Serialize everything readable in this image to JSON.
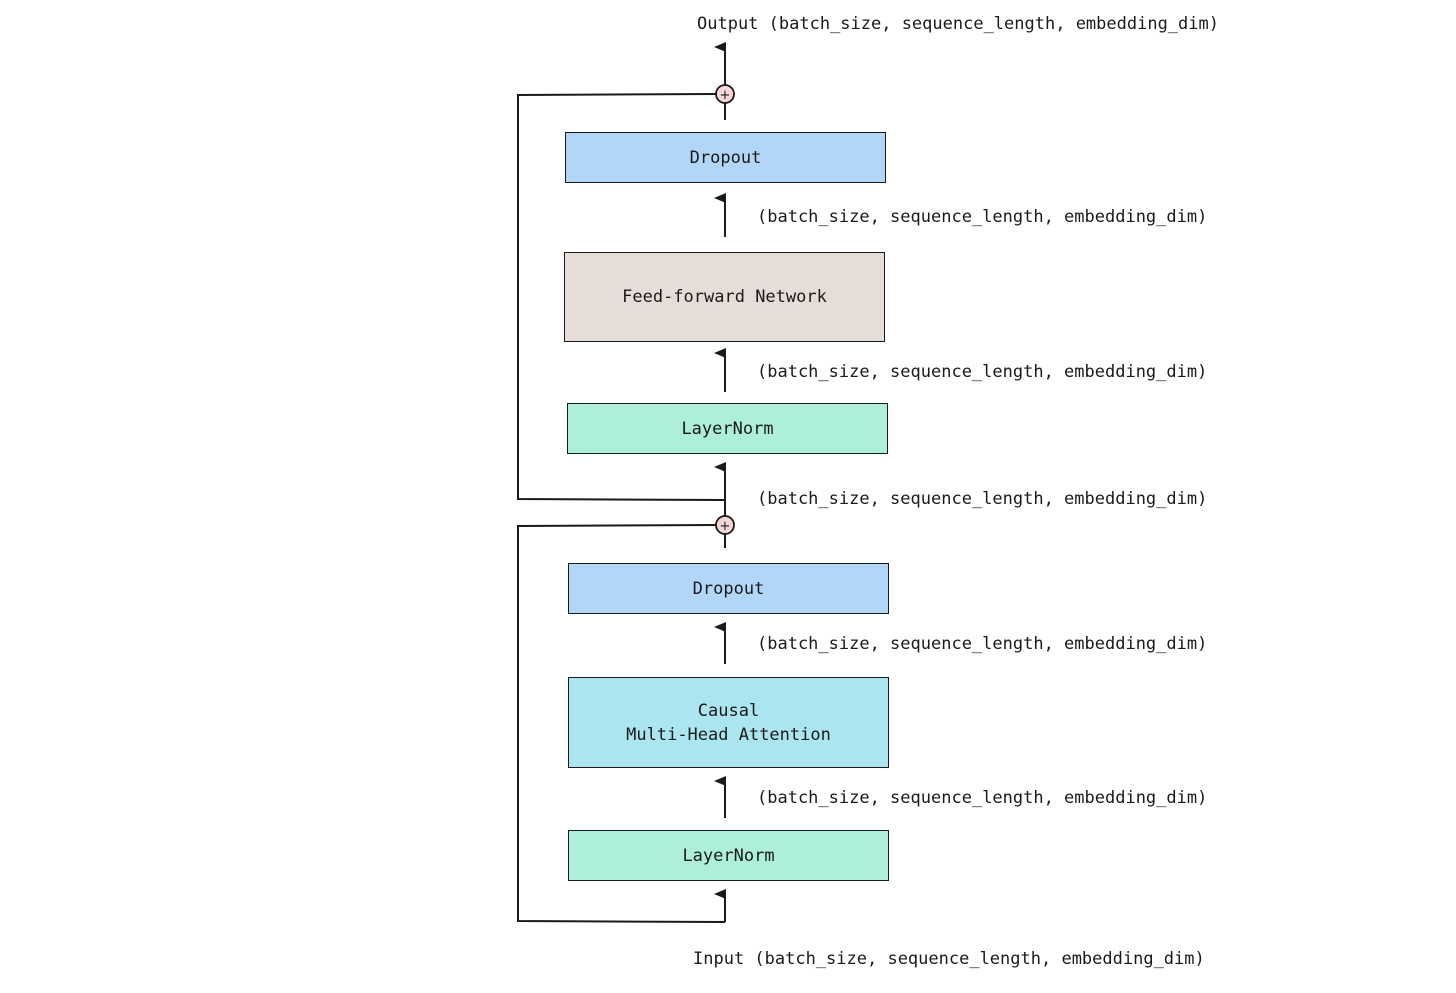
{
  "labels": {
    "output": "Output (batch_size, sequence_length, embedding_dim)",
    "input": "Input (batch_size, sequence_length, embedding_dim)",
    "shape": "(batch_size, sequence_length, embedding_dim)"
  },
  "blocks": {
    "dropout_top": "Dropout",
    "ffn": "Feed-forward Network",
    "layernorm_top": "LayerNorm",
    "dropout_bottom": "Dropout",
    "attention_line1": "Causal",
    "attention_line2": "Multi-Head Attention",
    "layernorm_bottom": "LayerNorm"
  },
  "operators": {
    "add": "+"
  },
  "colors": {
    "dropout": "#b2d6f8",
    "ffn": "#e6ddd8",
    "layernorm": "#aeefd9",
    "attention": "#abe6f0",
    "add_node": "#f6d6d6",
    "stroke": "#1a1a1a"
  }
}
